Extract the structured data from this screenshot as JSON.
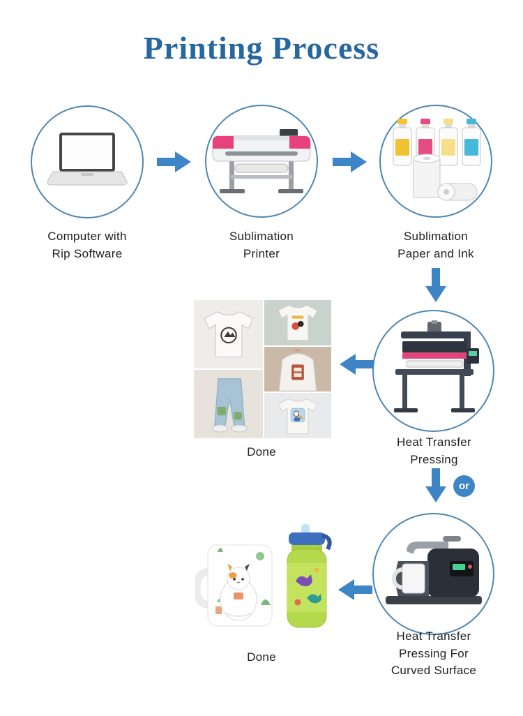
{
  "title": "Printing Process",
  "steps": {
    "computer": {
      "label": "Computer with\nRip Software",
      "icon": "laptop-icon"
    },
    "printer": {
      "label": "Sublimation\nPrinter",
      "icon": "printer-icon"
    },
    "paper_ink": {
      "label": "Sublimation\nPaper and Ink",
      "icon": "ink-paper-icon"
    },
    "heat_press": {
      "label": "Heat Transfer\nPressing",
      "icon": "heat-press-icon"
    },
    "curved_press": {
      "label": "Heat Transfer\nPressing For\nCurved Surface",
      "icon": "mug-press-icon"
    }
  },
  "outputs": {
    "flat": {
      "label": "Done"
    },
    "curved": {
      "label": "Done"
    }
  },
  "connectors": {
    "or_label": "or"
  },
  "colors": {
    "title_blue": "#27679f",
    "arrow_blue": "#3d85c6",
    "circle_border_blue": "#4e86b5",
    "printer_pink": "#e8427d",
    "text_dark": "#1f1f1f"
  }
}
